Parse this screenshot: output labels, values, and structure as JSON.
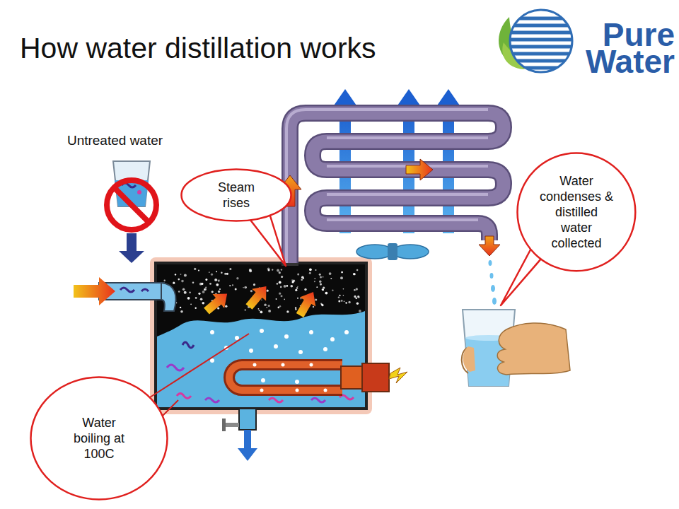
{
  "diagram": {
    "title": "How water distillation works",
    "nodes": [
      {
        "text": [
          "Steam rises"
        ]
      },
      {
        "text": [
          "Water condenses & distilled water collected"
        ]
      },
      {
        "text": [
          "Water boiling at 100C"
        ]
      }
    ],
    "labels": [
      "Untreated water",
      "Pure Water"
    ]
  }
}
